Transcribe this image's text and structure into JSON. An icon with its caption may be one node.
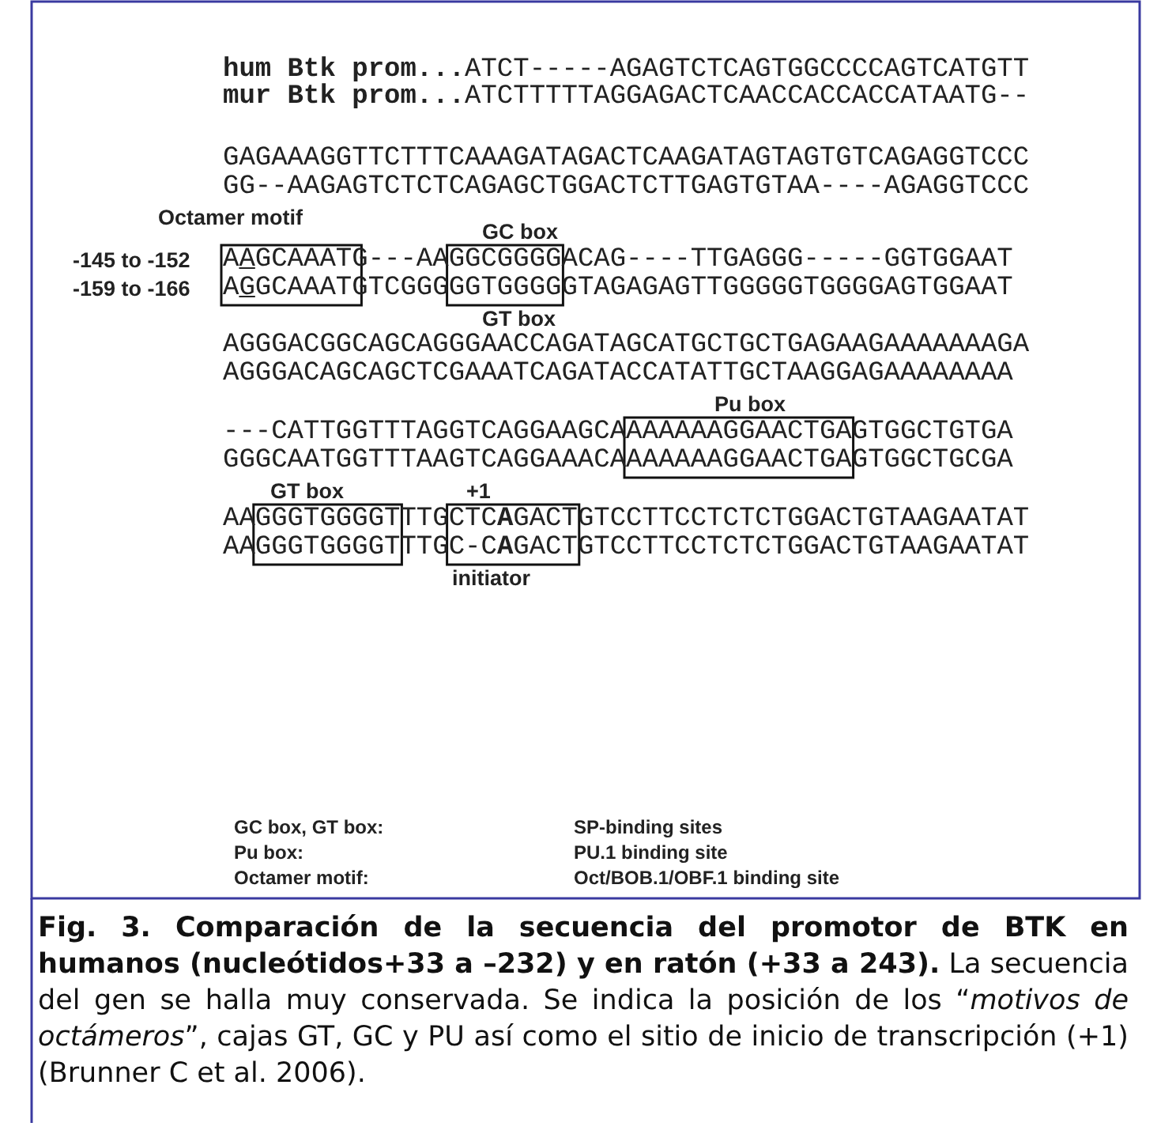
{
  "diagram": {
    "caption": "**Fig. 3. Comparación de la secuencia del promotor de BTK en humanos (nucleótidos+33 a –232) y en ratón (+33 a 243).** La secuencia del gen se halla muy conservada. Se indica la posición de los “*motivos de octámeros*”, cajas GT, GC y PU así como el sitio de inicio de transcripción (+1) (Brunner C et al. 2006).",
    "nodes": [
      {
        "text": [],
        "shape": "box"
      },
      {
        "text": [],
        "shape": "box"
      },
      {
        "text": [],
        "shape": "box"
      },
      {
        "text": [],
        "shape": "box"
      },
      {
        "text": [],
        "shape": "box"
      }
    ],
    "labels": [
      "**hum Btk prom...**ATCT-----AGAGTCTCAGTGGCCCCAGTCATGTT",
      "**mur Btk prom...**ATCTTTTTAGGAGACTCAACCACCACCATAATG--",
      "GAGAAAGGTTCTTTCAAAGATAGACTCAAGATAGTAGTGTCAGAGGTCCC",
      "GG--AAGAGTCTCTCAGAGCTGGACTCTTGAGTGTAA----AGAGGTCCC",
      "Octamer motif",
      "GC box",
      "-145 to -152",
      "AAGCAAATG---AAGGCGGGGACAG----TTGAGGG-----GGTGGAAT",
      "-159 to -166",
      "AGGCAAATGTCGGGGGTGGGGGTAGAGAGTTGGGGGTGGGGAGTGGAAT",
      "GT box",
      "AGGGACGGCAGCAGGGAACCAGATAGCATGCTGCTGAGAAGAAAAAAAGA",
      "AGGGACAGCAGCTCGAAATCAGATACCATATTGCTAAGGAGAAAAAAAA",
      "Pu box",
      "---CATTGGTTTAGGTCAGGAAGCAAAAAAAGGAACTGAGTGGCTGTGA",
      "GGGCAATGGTTTAAGTCAGGAAACAAAAAAAGGAACTGAGTGGCTGCGA",
      "GT box",
      "+1",
      "AAGGGTGGGGTTTGCTC**A**GACTGTCCTTCCTCTCTGGACTGTAAGAATAT",
      "AAGGGTGGGGTTTGC-C**A**GACTGTCCTTCCTCTCTGGACTGTAAGAATAT",
      "initiator",
      "GC box, GT box:",
      "SP-binding sites",
      "Pu box:",
      "PU.1 binding site",
      "Octamer motif:",
      "Oct/BOB.1/OBF.1 binding site"
    ]
  }
}
